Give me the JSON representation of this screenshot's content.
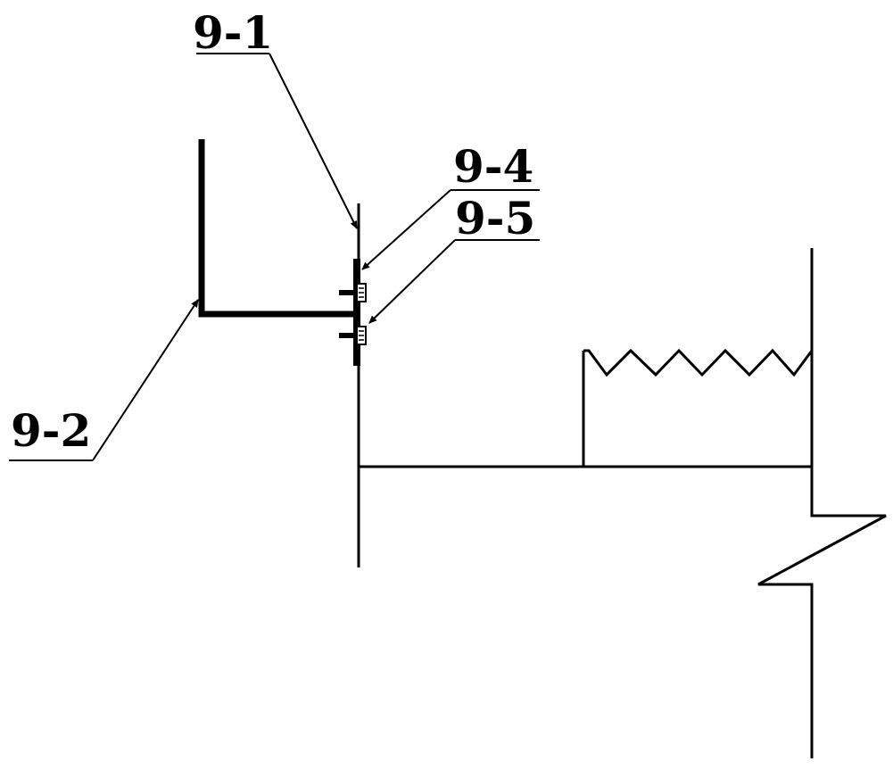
{
  "labels": {
    "part_9_1": "9-1",
    "part_9_2": "9-2",
    "part_9_4": "9-4",
    "part_9_5": "9-5"
  },
  "colors": {
    "line": "#000000",
    "background": "#ffffff"
  }
}
